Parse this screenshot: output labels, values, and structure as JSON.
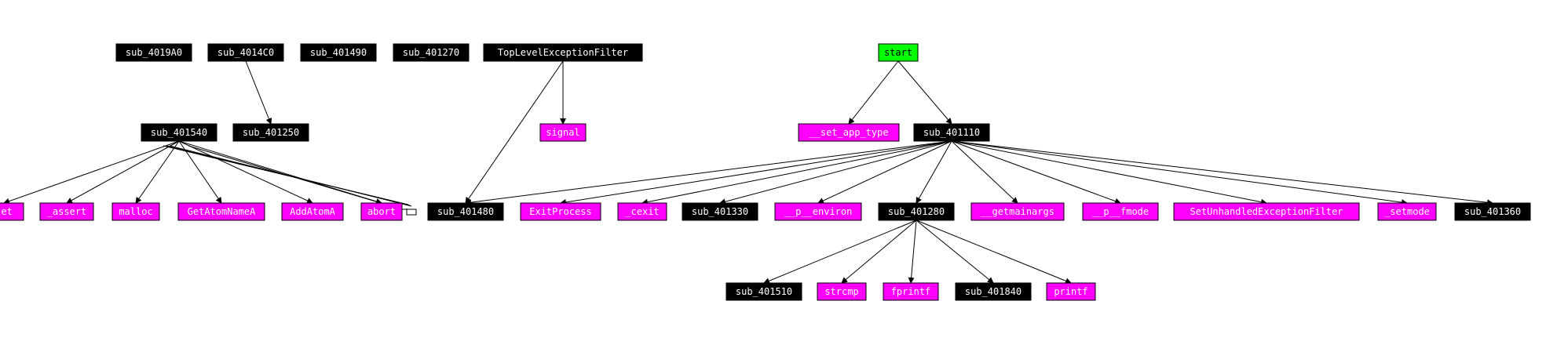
{
  "graph": {
    "colors": {
      "regular": "#000000",
      "regular_text": "#ffffff",
      "import": "#ff00ff",
      "import_text": "#ffffff",
      "entry": "#00ff00",
      "entry_text": "#000000"
    },
    "nodes": [
      {
        "id": "n_sub_4019A0",
        "label": "sub_4019A0",
        "kind": "regular"
      },
      {
        "id": "n_sub_4014C0",
        "label": "sub_4014C0",
        "kind": "regular"
      },
      {
        "id": "n_sub_401490",
        "label": "sub_401490",
        "kind": "regular"
      },
      {
        "id": "n_sub_401270",
        "label": "sub_401270",
        "kind": "regular"
      },
      {
        "id": "n_tlef",
        "label": "TopLevelExceptionFilter",
        "kind": "regular"
      },
      {
        "id": "n_start",
        "label": "start",
        "kind": "entry"
      },
      {
        "id": "n_sub_401540",
        "label": "sub_401540",
        "kind": "regular"
      },
      {
        "id": "n_sub_401250",
        "label": "sub_401250",
        "kind": "regular"
      },
      {
        "id": "n_signal",
        "label": "signal",
        "kind": "import"
      },
      {
        "id": "n_set_app_type",
        "label": "__set_app_type",
        "kind": "import"
      },
      {
        "id": "n_sub_401110",
        "label": "sub_401110",
        "kind": "regular"
      },
      {
        "id": "n_set",
        "label": "set",
        "kind": "import"
      },
      {
        "id": "n_assert",
        "label": "_assert",
        "kind": "import"
      },
      {
        "id": "n_malloc",
        "label": "malloc",
        "kind": "import"
      },
      {
        "id": "n_getatomname",
        "label": "GetAtomNameA",
        "kind": "import"
      },
      {
        "id": "n_addatom",
        "label": "AddAtomA",
        "kind": "import"
      },
      {
        "id": "n_abort",
        "label": "abort",
        "kind": "import"
      },
      {
        "id": "n_sub_401480",
        "label": "sub_401480",
        "kind": "regular"
      },
      {
        "id": "n_exitprocess",
        "label": "ExitProcess",
        "kind": "import"
      },
      {
        "id": "n_cexit",
        "label": "_cexit",
        "kind": "import"
      },
      {
        "id": "n_sub_401330",
        "label": "sub_401330",
        "kind": "regular"
      },
      {
        "id": "n_p_environ",
        "label": "__p__environ",
        "kind": "import"
      },
      {
        "id": "n_sub_401280",
        "label": "sub_401280",
        "kind": "regular"
      },
      {
        "id": "n_getmainargs",
        "label": "__getmainargs",
        "kind": "import"
      },
      {
        "id": "n_p_fmode",
        "label": "__p__fmode",
        "kind": "import"
      },
      {
        "id": "n_suef",
        "label": "SetUnhandledExceptionFilter",
        "kind": "import"
      },
      {
        "id": "n_setmode",
        "label": "_setmode",
        "kind": "import"
      },
      {
        "id": "n_sub_401360",
        "label": "sub_401360",
        "kind": "regular"
      },
      {
        "id": "n_sub_401510",
        "label": "sub_401510",
        "kind": "regular"
      },
      {
        "id": "n_strcmp",
        "label": "strcmp",
        "kind": "import"
      },
      {
        "id": "n_fprintf",
        "label": "fprintf",
        "kind": "import"
      },
      {
        "id": "n_sub_401840",
        "label": "sub_401840",
        "kind": "regular"
      },
      {
        "id": "n_printf",
        "label": "printf",
        "kind": "import"
      }
    ],
    "edges": [
      {
        "from": "n_sub_4014C0",
        "to": "n_sub_401250"
      },
      {
        "from": "n_tlef",
        "to": "n_signal"
      },
      {
        "from": "n_tlef",
        "to": "n_sub_401480"
      },
      {
        "from": "n_start",
        "to": "n_set_app_type"
      },
      {
        "from": "n_start",
        "to": "n_sub_401110"
      },
      {
        "from": "n_sub_401540",
        "to": "n_set"
      },
      {
        "from": "n_sub_401540",
        "to": "n_assert"
      },
      {
        "from": "n_sub_401540",
        "to": "n_malloc"
      },
      {
        "from": "n_sub_401540",
        "to": "n_getatomname"
      },
      {
        "from": "n_sub_401540",
        "to": "n_addatom"
      },
      {
        "from": "n_sub_401540",
        "to": "n_abort"
      },
      {
        "from": "n_sub_401110",
        "to": "n_sub_401480"
      },
      {
        "from": "n_sub_401110",
        "to": "n_exitprocess"
      },
      {
        "from": "n_sub_401110",
        "to": "n_cexit"
      },
      {
        "from": "n_sub_401110",
        "to": "n_sub_401330"
      },
      {
        "from": "n_sub_401110",
        "to": "n_p_environ"
      },
      {
        "from": "n_sub_401110",
        "to": "n_sub_401280"
      },
      {
        "from": "n_sub_401110",
        "to": "n_getmainargs"
      },
      {
        "from": "n_sub_401110",
        "to": "n_p_fmode"
      },
      {
        "from": "n_sub_401110",
        "to": "n_suef"
      },
      {
        "from": "n_sub_401110",
        "to": "n_setmode"
      },
      {
        "from": "n_sub_401110",
        "to": "n_sub_401360"
      },
      {
        "from": "n_sub_401280",
        "to": "n_sub_401510"
      },
      {
        "from": "n_sub_401280",
        "to": "n_strcmp"
      },
      {
        "from": "n_sub_401280",
        "to": "n_fprintf"
      },
      {
        "from": "n_sub_401280",
        "to": "n_sub_401840"
      },
      {
        "from": "n_sub_401280",
        "to": "n_printf"
      }
    ]
  }
}
